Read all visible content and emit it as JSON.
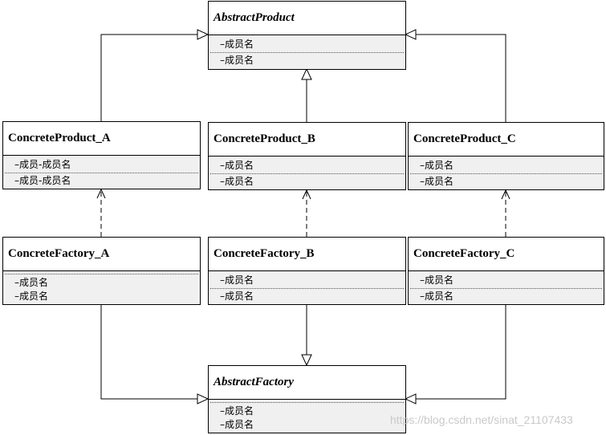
{
  "classes": {
    "abstract_product": {
      "name": "AbstractProduct",
      "attrs": [
        "–成员名",
        "–成员名"
      ]
    },
    "product_a": {
      "name": "ConcreteProduct_A",
      "attrs": [
        "–成员-成员名",
        "–成员-成员名"
      ]
    },
    "product_b": {
      "name": "ConcreteProduct_B",
      "attrs": [
        "–成员名",
        "–成员名"
      ]
    },
    "product_c": {
      "name": "ConcreteProduct_C",
      "attrs": [
        "–成员名",
        "–成员名"
      ]
    },
    "factory_a": {
      "name": "ConcreteFactory_A",
      "attrs": [
        "–成员名",
        "–成员名"
      ]
    },
    "factory_b": {
      "name": "ConcreteFactory_B",
      "attrs": [
        "–成员名",
        "–成员名"
      ]
    },
    "factory_c": {
      "name": "ConcreteFactory_C",
      "attrs": [
        "–成员名",
        "–成员名"
      ]
    },
    "abstract_factory": {
      "name": "AbstractFactory",
      "attrs": [
        "–成员名",
        "–成员名"
      ]
    }
  },
  "watermark": "https://blog.csdn.net/sinat_21107433",
  "colors": {
    "line": "#000000",
    "box_body": "#f0f0f0",
    "watermark": "#c9c9c9"
  }
}
